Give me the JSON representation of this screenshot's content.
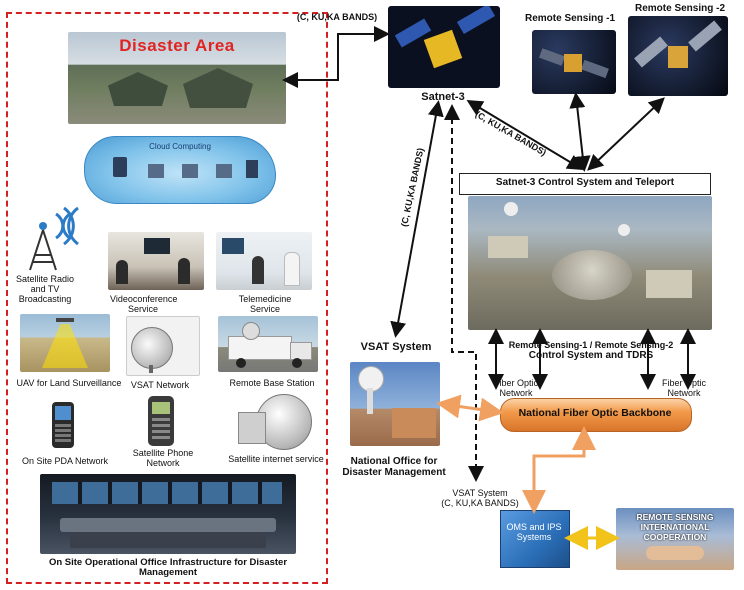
{
  "disaster_area": {
    "title": "Disaster Area",
    "cloud_label": "Cloud Computing"
  },
  "satellites": {
    "satnet": "Satnet-3",
    "rs1": "Remote Sensing -1",
    "rs2": "Remote Sensing -2"
  },
  "bands": {
    "top": "(C, KU,KA BANDS)",
    "rs": "(C, KU,KA BANDS)",
    "vsat_link": "(C, KU,KA BANDS)"
  },
  "control": {
    "title": "Satnet-3 Control System and Teleport",
    "tdrs_line1": "Remote Sensing-1 / Remote Sensing-2",
    "tdrs_line2": "Control System and TDRS"
  },
  "services": {
    "radio": "Satellite Radio and TV Broadcasting",
    "video": "Videoconference Service",
    "tele": "Telemedicine Service",
    "uav": "UAV for Land Surveillance",
    "vsat_net": "VSAT Network",
    "remote_base": "Remote Base Station",
    "pda": "On Site PDA Network",
    "phone": "Satellite Phone Network",
    "internet": "Satellite internet service",
    "ops": "On Site Operational Office Infrastructure for Disaster Management"
  },
  "vsat": {
    "title": "VSAT System",
    "sys_line1": "VSAT System",
    "sys_line2": "(C, KU,KA BANDS)"
  },
  "office": {
    "title": "National Office for Disaster Management"
  },
  "fiber": {
    "left": "Fiber Optic Network",
    "right": "Fiber Optic Network",
    "backbone": "National Fiber Optic Backbone"
  },
  "oms": {
    "label": "OMS and IPS Systems"
  },
  "intl": {
    "label": "REMOTE SENSING INTERNATIONAL COOPERATION"
  },
  "colors": {
    "dashed": "#d42020",
    "backbone": "#f39a4a",
    "oms": "#2b6fb8",
    "arrow_orange": "#f0a060",
    "arrow_yellow": "#f2c31a"
  }
}
